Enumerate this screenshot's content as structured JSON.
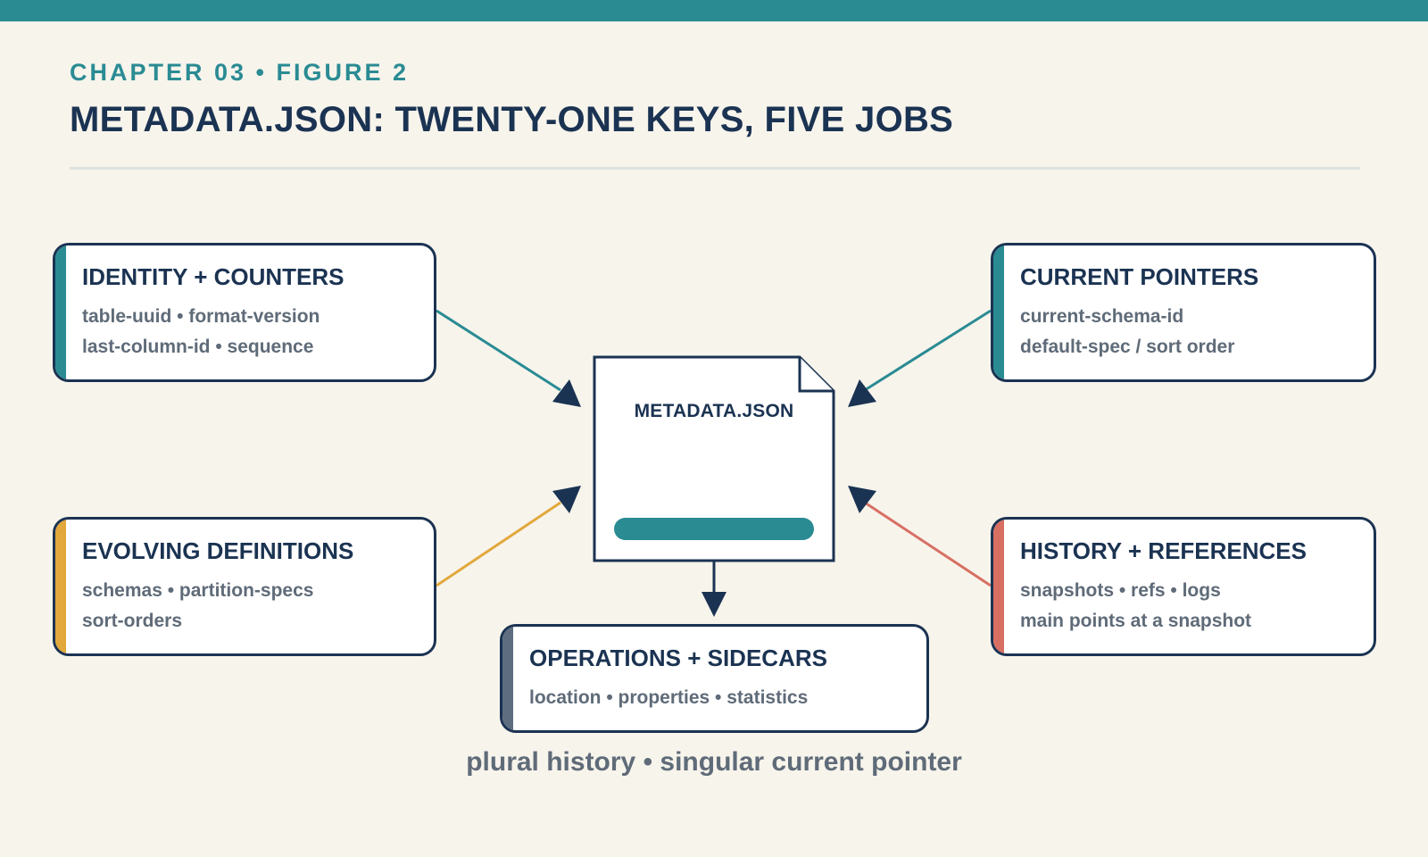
{
  "header": {
    "eyebrow": "CHAPTER 03 • FIGURE 2",
    "title": "METADATA.JSON: TWENTY-ONE KEYS, FIVE JOBS"
  },
  "center": {
    "label": "METADATA.JSON"
  },
  "cards": {
    "identity": {
      "title": "IDENTITY + COUNTERS",
      "line1": "table-uuid • format-version",
      "line2": "last-column-id • sequence",
      "accent": "#2a8b93"
    },
    "current": {
      "title": "CURRENT POINTERS",
      "line1": "current-schema-id",
      "line2": "default-spec / sort order",
      "accent": "#2a8b93"
    },
    "evolving": {
      "title": "EVOLVING DEFINITIONS",
      "line1": "schemas • partition-specs",
      "line2": "sort-orders",
      "accent": "#e2a83c"
    },
    "history": {
      "title": "HISTORY + REFERENCES",
      "line1": "snapshots • refs • logs",
      "line2": "main points at a snapshot",
      "accent": "#d86f63"
    },
    "operations": {
      "title": "OPERATIONS + SIDECARS",
      "line1": "location • properties • statistics",
      "accent": "#5e6d80"
    }
  },
  "footer": {
    "tagline": "plural history • singular current pointer"
  },
  "colors": {
    "navy": "#1b3352",
    "teal": "#2a8b93",
    "amber": "#e2a83c",
    "coral": "#d86f63",
    "slate": "#5e6d80",
    "background": "#f7f4ec"
  }
}
